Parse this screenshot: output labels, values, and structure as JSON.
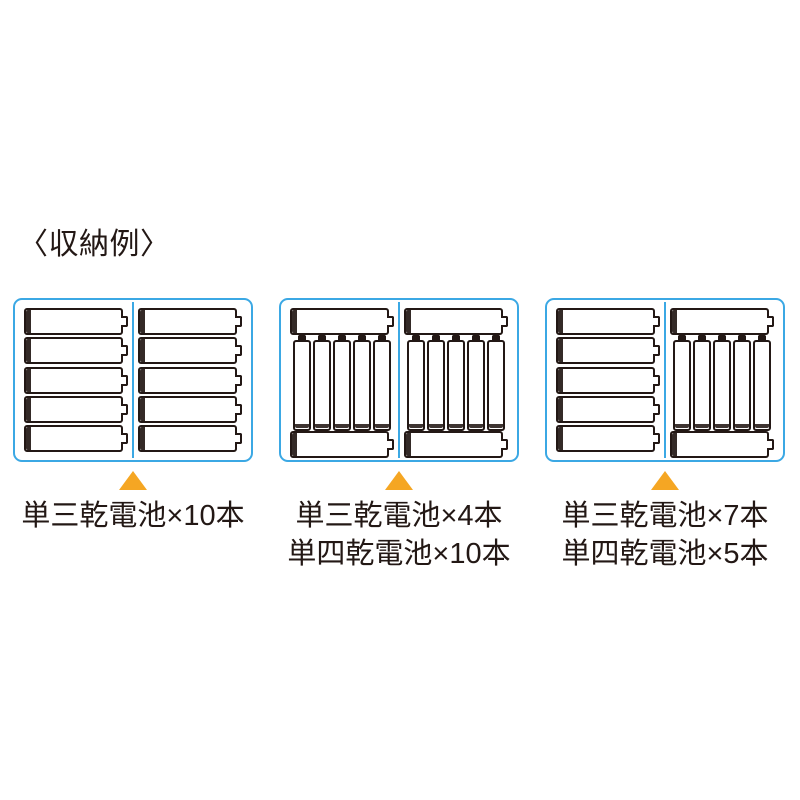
{
  "page": {
    "background_color": "#ffffff",
    "heading": "〈収納例〉"
  },
  "colors": {
    "case_border": "#3BA8E4",
    "pointer": "#F5A623",
    "battery_outline": "#231815",
    "text": "#231815"
  },
  "icons": {
    "pointer": "triangle-up-icon",
    "battery_aa": "battery-aa-horizontal-icon",
    "battery_aaa": "battery-aaa-vertical-icon"
  },
  "examples": [
    {
      "id": "example-1",
      "caption_lines": [
        "単三乾電池×10本"
      ],
      "left_bay": {
        "layout": "stack5",
        "aa_horizontal": 5,
        "aaa_vertical": 0
      },
      "right_bay": {
        "layout": "stack5",
        "aa_horizontal": 5,
        "aaa_vertical": 0
      },
      "totals": {
        "aa": 10,
        "aaa": 0
      }
    },
    {
      "id": "example-2",
      "caption_lines": [
        "単三乾電池×4本",
        "単四乾電池×10本"
      ],
      "left_bay": {
        "layout": "mixed",
        "aa_horizontal": 2,
        "aaa_vertical": 5
      },
      "right_bay": {
        "layout": "mixed",
        "aa_horizontal": 2,
        "aaa_vertical": 5
      },
      "totals": {
        "aa": 4,
        "aaa": 10
      }
    },
    {
      "id": "example-3",
      "caption_lines": [
        "単三乾電池×7本",
        "単四乾電池×5本"
      ],
      "left_bay": {
        "layout": "stack5",
        "aa_horizontal": 5,
        "aaa_vertical": 0
      },
      "right_bay": {
        "layout": "mixed",
        "aa_horizontal": 2,
        "aaa_vertical": 5
      },
      "totals": {
        "aa": 7,
        "aaa": 5
      }
    }
  ]
}
